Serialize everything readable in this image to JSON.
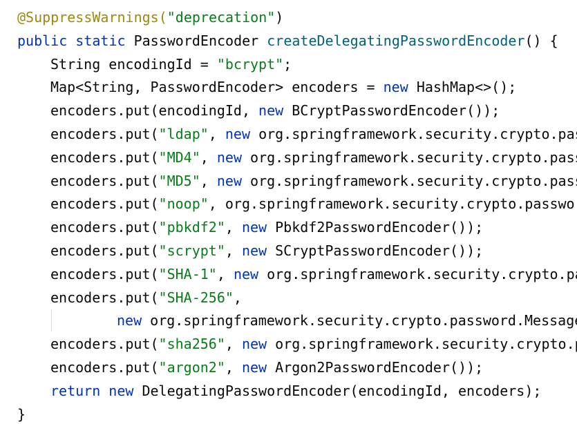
{
  "editor": {
    "colors": {
      "background": "#ffffff",
      "text": "#080808",
      "keyword": "#0033b3",
      "string": "#067d17",
      "annotation": "#9e880d",
      "method": "#00627a"
    },
    "lines": [
      {
        "indent": 0,
        "tokens": [
          {
            "t": "@SuppressWarnings(",
            "k": "annotation"
          },
          {
            "t": "\"deprecation\"",
            "k": "string"
          },
          {
            "t": ")",
            "k": "plain"
          }
        ]
      },
      {
        "indent": 0,
        "tokens": [
          {
            "t": "public static ",
            "k": "keyword"
          },
          {
            "t": "PasswordEncoder ",
            "k": "plain"
          },
          {
            "t": "createDelegatingPasswordEncoder",
            "k": "method"
          },
          {
            "t": "() {",
            "k": "plain"
          }
        ]
      },
      {
        "indent": 1,
        "tokens": [
          {
            "t": "String encodingId = ",
            "k": "plain"
          },
          {
            "t": "\"bcrypt\"",
            "k": "string"
          },
          {
            "t": ";",
            "k": "plain"
          }
        ]
      },
      {
        "indent": 1,
        "tokens": [
          {
            "t": "Map<String, PasswordEncoder> encoders = ",
            "k": "plain"
          },
          {
            "t": "new ",
            "k": "keyword"
          },
          {
            "t": "HashMap<>();",
            "k": "plain"
          }
        ]
      },
      {
        "indent": 1,
        "tokens": [
          {
            "t": "encoders.put(encodingId, ",
            "k": "plain"
          },
          {
            "t": "new ",
            "k": "keyword"
          },
          {
            "t": "BCryptPasswordEncoder());",
            "k": "plain"
          }
        ]
      },
      {
        "indent": 1,
        "tokens": [
          {
            "t": "encoders.put(",
            "k": "plain"
          },
          {
            "t": "\"ldap\"",
            "k": "string"
          },
          {
            "t": ", ",
            "k": "plain"
          },
          {
            "t": "new ",
            "k": "keyword"
          },
          {
            "t": "org.springframework.security.crypto.pas",
            "k": "plain"
          }
        ]
      },
      {
        "indent": 1,
        "tokens": [
          {
            "t": "encoders.put(",
            "k": "plain"
          },
          {
            "t": "\"MD4\"",
            "k": "string"
          },
          {
            "t": ", ",
            "k": "plain"
          },
          {
            "t": "new ",
            "k": "keyword"
          },
          {
            "t": "org.springframework.security.crypto.pass",
            "k": "plain"
          }
        ]
      },
      {
        "indent": 1,
        "tokens": [
          {
            "t": "encoders.put(",
            "k": "plain"
          },
          {
            "t": "\"MD5\"",
            "k": "string"
          },
          {
            "t": ", ",
            "k": "plain"
          },
          {
            "t": "new ",
            "k": "keyword"
          },
          {
            "t": "org.springframework.security.crypto.pass",
            "k": "plain"
          }
        ]
      },
      {
        "indent": 1,
        "tokens": [
          {
            "t": "encoders.put(",
            "k": "plain"
          },
          {
            "t": "\"noop\"",
            "k": "string"
          },
          {
            "t": ", org.springframework.security.crypto.passwor",
            "k": "plain"
          }
        ]
      },
      {
        "indent": 1,
        "tokens": [
          {
            "t": "encoders.put(",
            "k": "plain"
          },
          {
            "t": "\"pbkdf2\"",
            "k": "string"
          },
          {
            "t": ", ",
            "k": "plain"
          },
          {
            "t": "new ",
            "k": "keyword"
          },
          {
            "t": "Pbkdf2PasswordEncoder());",
            "k": "plain"
          }
        ]
      },
      {
        "indent": 1,
        "tokens": [
          {
            "t": "encoders.put(",
            "k": "plain"
          },
          {
            "t": "\"scrypt\"",
            "k": "string"
          },
          {
            "t": ", ",
            "k": "plain"
          },
          {
            "t": "new ",
            "k": "keyword"
          },
          {
            "t": "SCryptPasswordEncoder());",
            "k": "plain"
          }
        ]
      },
      {
        "indent": 1,
        "tokens": [
          {
            "t": "encoders.put(",
            "k": "plain"
          },
          {
            "t": "\"SHA-1\"",
            "k": "string"
          },
          {
            "t": ", ",
            "k": "plain"
          },
          {
            "t": "new ",
            "k": "keyword"
          },
          {
            "t": "org.springframework.security.crypto.pa",
            "k": "plain"
          }
        ]
      },
      {
        "indent": 1,
        "tokens": [
          {
            "t": "encoders.put(",
            "k": "plain"
          },
          {
            "t": "\"SHA-256\"",
            "k": "string"
          },
          {
            "t": ",",
            "k": "plain"
          }
        ]
      },
      {
        "indent": 3,
        "tokens": [
          {
            "t": "new ",
            "k": "keyword"
          },
          {
            "t": "org.springframework.security.crypto.password.Message",
            "k": "plain"
          }
        ]
      },
      {
        "indent": 1,
        "tokens": [
          {
            "t": "encoders.put(",
            "k": "plain"
          },
          {
            "t": "\"sha256\"",
            "k": "string"
          },
          {
            "t": ", ",
            "k": "plain"
          },
          {
            "t": "new ",
            "k": "keyword"
          },
          {
            "t": "org.springframework.security.crypto.p",
            "k": "plain"
          }
        ]
      },
      {
        "indent": 1,
        "tokens": [
          {
            "t": "encoders.put(",
            "k": "plain"
          },
          {
            "t": "\"argon2\"",
            "k": "string"
          },
          {
            "t": ", ",
            "k": "plain"
          },
          {
            "t": "new ",
            "k": "keyword"
          },
          {
            "t": "Argon2PasswordEncoder());",
            "k": "plain"
          }
        ]
      },
      {
        "indent": 1,
        "tokens": [
          {
            "t": "return new ",
            "k": "keyword"
          },
          {
            "t": "DelegatingPasswordEncoder(encodingId, encoders);",
            "k": "plain"
          }
        ]
      },
      {
        "indent": 0,
        "tokens": [
          {
            "t": "}",
            "k": "plain"
          }
        ]
      }
    ]
  }
}
